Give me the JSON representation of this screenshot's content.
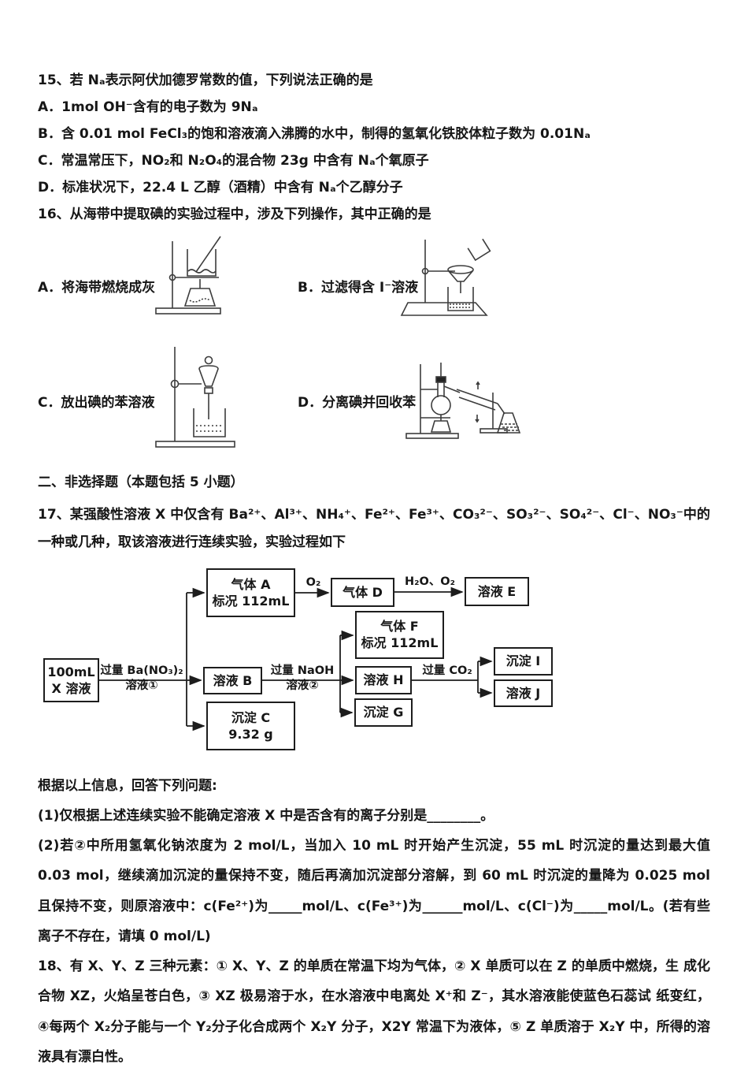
{
  "q15": {
    "title": "15、若 Nₐ表示阿伏加德罗常数的值，下列说法正确的是",
    "options": [
      "A．1mol OH⁻含有的电子数为 9Nₐ",
      "B．含 0.01 mol FeCl₃的饱和溶液滴入沸腾的水中，制得的氢氧化铁胶体粒子数为 0.01Nₐ",
      "C．常温常压下，NO₂和 N₂O₄的混合物 23g 中含有 Nₐ个氧原子",
      "D．标准状况下，22.4 L 乙醇（酒精）中含有 Nₐ个乙醇分子"
    ]
  },
  "q16": {
    "title": "16、从海带中提取碘的实验过程中，涉及下列操作，其中正确的是",
    "option_a": "A．将海带燃烧成灰",
    "option_b": "B．过滤得含 I⁻溶液",
    "option_c": "C．放出碘的苯溶液",
    "option_d": "D．分离碘并回收苯"
  },
  "section2": {
    "heading": "二、非选择题（本题包括 5 小题）"
  },
  "q17": {
    "intro": "17、某强酸性溶液 X 中仅含有 Ba²⁺、Al³⁺、NH₄⁺、Fe²⁺、Fe³⁺、CO₃²⁻、SO₃²⁻、SO₄²⁻、Cl⁻、NO₃⁻中的一种或几种，取该溶液进行连续实验，实验过程如下",
    "flow": {
      "box_x": "100mL\nX 溶液",
      "label_ba": "过量 Ba(NO₃)₂\n溶液①",
      "gas_a": "气体 A\n标况 112mL",
      "label_o2": "O₂",
      "gas_d": "气体 D",
      "label_h2o_o2": "H₂O、O₂",
      "sol_e": "溶液 E",
      "sol_b": "溶液 B",
      "label_naoh": "过量 NaOH\n溶液②",
      "ppt_c": "沉淀 C\n9.32 g",
      "gas_f": "气体 F\n标况 112mL",
      "sol_h": "溶液 H",
      "label_co2": "过量 CO₂",
      "ppt_g": "沉淀 G",
      "ppt_i": "沉淀 I",
      "sol_j": "溶液 J"
    },
    "note": "根据以上信息，回答下列问题:",
    "part1": "(1)仅根据上述连续实验不能确定溶液 X 中是否含有的离子分别是________。",
    "part2": "(2)若②中所用氢氧化钠浓度为 2 mol/L，当加入 10 mL 时开始产生沉淀，55 mL 时沉淀的量达到最大值 0.03 mol，继续滴加沉淀的量保持不变，随后再滴加沉淀部分溶解，到 60 mL 时沉淀的量降为 0.025 mol 且保持不变，则原溶液中：c(Fe²⁺)为_____mol/L、c(Fe³⁺)为______mol/L、c(Cl⁻)为_____mol/L。(若有些离子不存在，请填 0 mol/L)"
  },
  "q18": {
    "text": "18、有 X、Y、Z 三种元素：① X、Y、Z 的单质在常温下均为气体，② X 单质可以在 Z 的单质中燃烧，生 成化合物 XZ，火焰呈苍白色，③ XZ 极易溶于水，在水溶液中电离处 X⁺和 Z⁻，其水溶液能使蓝色石蕊试 纸变红，④每两个 X₂分子能与一个 Y₂分子化合成两个 X₂Y 分子，X2Y 常温下为液体，⑤ Z 单质溶于 X₂Y 中，所得的溶液具有漂白性。"
  }
}
